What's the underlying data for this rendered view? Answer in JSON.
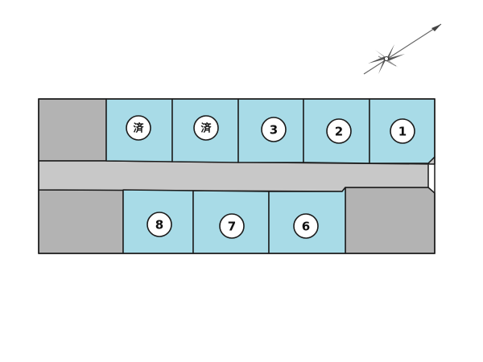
{
  "colors": {
    "background": "#ffffff",
    "available_lot": "#a8dbe7",
    "other_land": "#b3b3b3",
    "road": "#c8c8c8",
    "outline": "#1a1a1a",
    "badge_fill": "#ffffff"
  },
  "compass": {
    "icon": "north-arrow-icon"
  },
  "lots": [
    {
      "id": "sold-1",
      "label": "済",
      "status": "sold"
    },
    {
      "id": "sold-2",
      "label": "済",
      "status": "sold"
    },
    {
      "id": "lot-3",
      "label": "3",
      "status": "available"
    },
    {
      "id": "lot-2",
      "label": "2",
      "status": "available"
    },
    {
      "id": "lot-1",
      "label": "1",
      "status": "available"
    },
    {
      "id": "lot-8",
      "label": "8",
      "status": "available"
    },
    {
      "id": "lot-7",
      "label": "7",
      "status": "available"
    },
    {
      "id": "lot-6",
      "label": "6",
      "status": "available"
    }
  ]
}
